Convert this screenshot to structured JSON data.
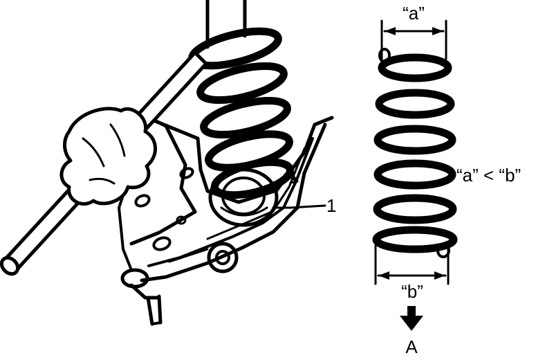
{
  "labels": {
    "part_number": "1",
    "dim_a": "“a”",
    "dim_b": "“b”",
    "relation": "“a” < “b”",
    "direction": "A"
  },
  "colors": {
    "ink": "#000000",
    "paper": "#ffffff"
  }
}
